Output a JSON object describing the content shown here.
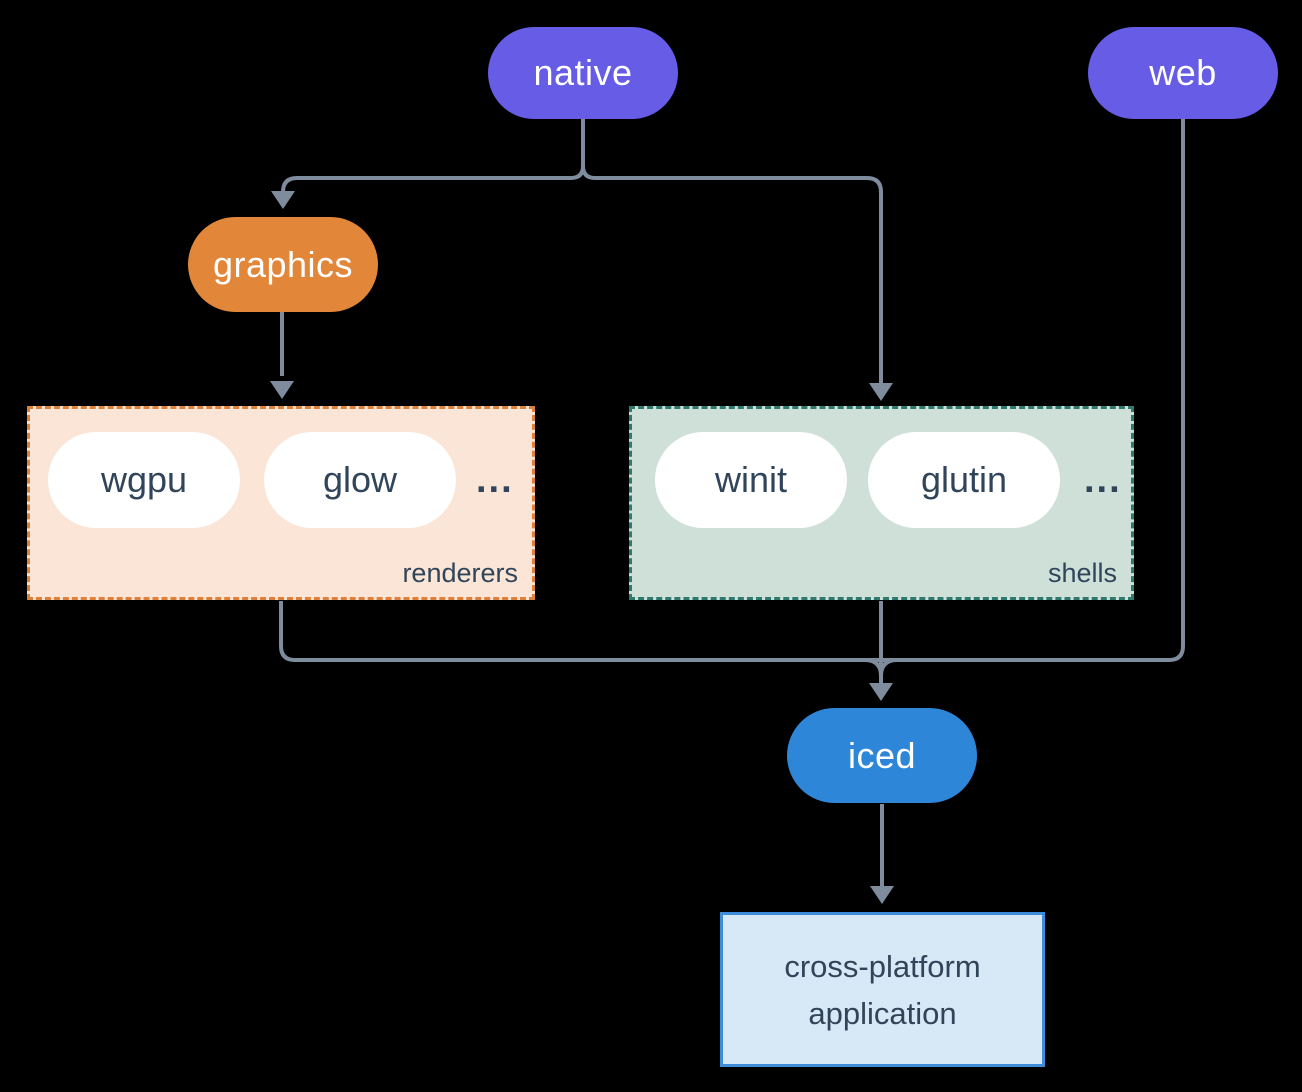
{
  "diagram": {
    "background_color": "#000000",
    "connector_color": "#7E8C9E",
    "nodes": {
      "native": {
        "label": "native",
        "fill": "#665CE6",
        "text_color": "#FFFFFF"
      },
      "web": {
        "label": "web",
        "fill": "#665CE6",
        "text_color": "#FFFFFF"
      },
      "graphics": {
        "label": "graphics",
        "fill": "#E2873A",
        "text_color": "#FFFFFF"
      },
      "iced": {
        "label": "iced",
        "fill": "#2E86D8",
        "text_color": "#FFFFFF"
      },
      "application": {
        "line1": "cross-platform",
        "line2": "application",
        "fill": "#D7E8F7",
        "border_color": "#3D8DDB",
        "text_color": "#31455A"
      }
    },
    "groups": {
      "renderers": {
        "label": "renderers",
        "ellipsis": "...",
        "fill": "#FAE5D6",
        "border_color": "#E0813B",
        "pills": [
          "wgpu",
          "glow"
        ]
      },
      "shells": {
        "label": "shells",
        "ellipsis": "...",
        "fill": "#CFE0D9",
        "border_color": "#2E7A6E",
        "pills": [
          "winit",
          "glutin"
        ]
      }
    },
    "edges": [
      "native -> graphics",
      "native -> shells",
      "graphics -> renderers",
      "renderers -> iced",
      "shells -> iced",
      "web -> iced",
      "iced -> application"
    ]
  }
}
